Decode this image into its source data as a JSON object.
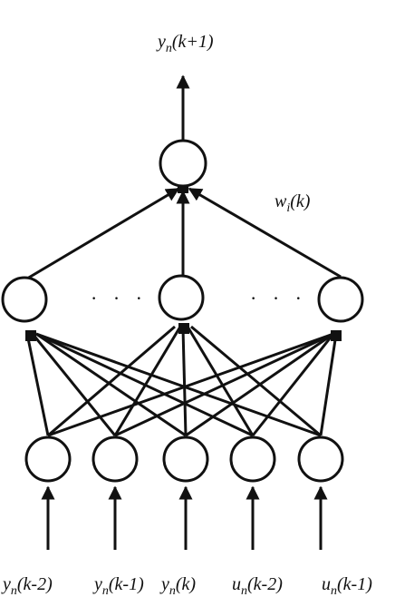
{
  "output_label": {
    "base": "y",
    "sub": "n",
    "arg": "(k+1)"
  },
  "weight_label": {
    "base": "w",
    "sub": "i",
    "arg": "(k)"
  },
  "hidden_dots": [
    "· · ·",
    "· · ·"
  ],
  "input_labels": [
    {
      "base": "y",
      "sub": "n",
      "arg": "(k-2)"
    },
    {
      "base": "y",
      "sub": "n",
      "arg": "(k-1)"
    },
    {
      "base": "y",
      "sub": "n",
      "arg": "(k)"
    },
    {
      "base": "u",
      "sub": "n",
      "arg": "(k-2)"
    },
    {
      "base": "u",
      "sub": "n",
      "arg": "(k-1)"
    }
  ]
}
